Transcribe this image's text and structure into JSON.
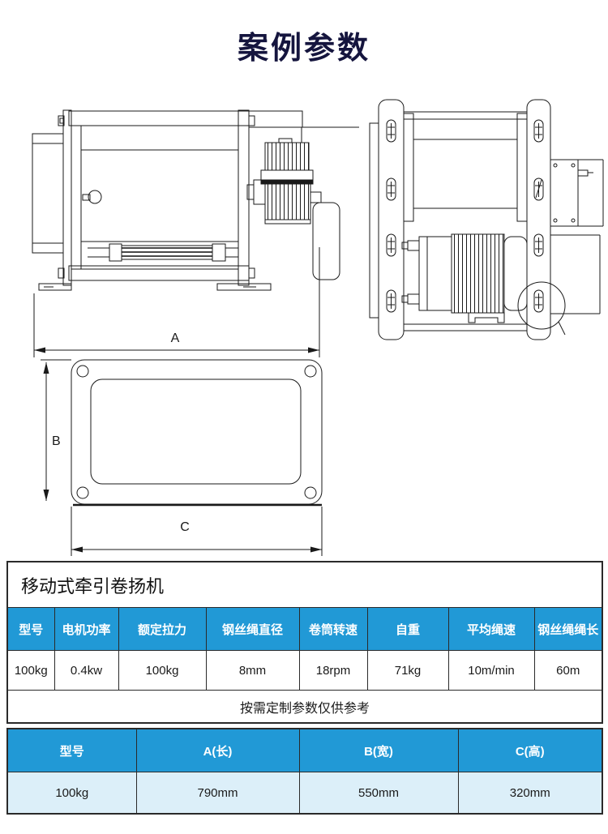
{
  "page": {
    "title": "案例参数"
  },
  "drawing": {
    "dim_a_label": "A",
    "dim_b_label": "B",
    "dim_c_label": "C"
  },
  "spec_table": {
    "title": "移动式牵引卷扬机",
    "headers": [
      "型号",
      "电机功率",
      "额定拉力",
      "钢丝绳直径",
      "卷筒转速",
      "自重",
      "平均绳速",
      "钢丝绳绳长"
    ],
    "values": [
      "100kg",
      "0.4kw",
      "100kg",
      "8mm",
      "18rpm",
      "71kg",
      "10m/min",
      "60m"
    ],
    "note": "按需定制参数仅供参考"
  },
  "dimension_table": {
    "headers": [
      "型号",
      "A(长)",
      "B(宽)",
      "C(高)"
    ],
    "values": [
      "100kg",
      "790mm",
      "550mm",
      "320mm"
    ]
  },
  "colors": {
    "header_blue": "#2199d6",
    "light_row_blue": "#dceff9",
    "title_navy": "#15153e",
    "line_black": "#1a1a1a"
  }
}
